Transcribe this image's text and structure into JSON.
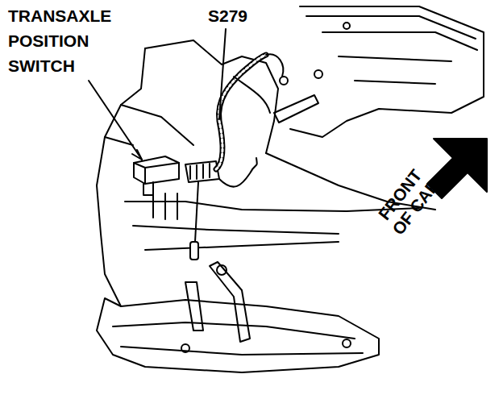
{
  "diagram": {
    "labels": [
      "TRANSAXLE POSITION SWITCH",
      "S279",
      "FRONT OF CAR"
    ]
  }
}
